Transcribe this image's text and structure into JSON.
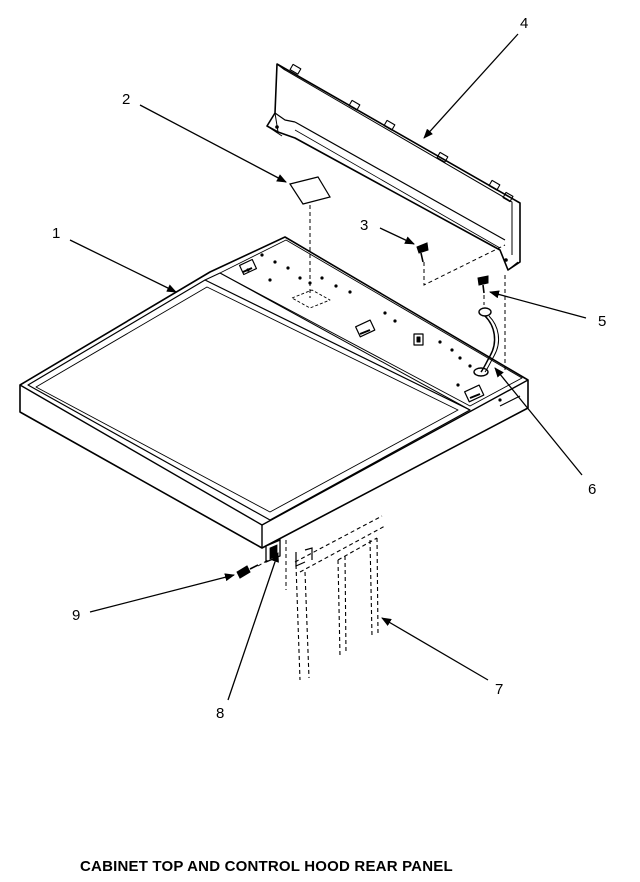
{
  "caption": "CABINET TOP AND CONTROL HOOD REAR PANEL",
  "callouts": [
    {
      "id": "1",
      "label": "1"
    },
    {
      "id": "2",
      "label": "2"
    },
    {
      "id": "3",
      "label": "3"
    },
    {
      "id": "4",
      "label": "4"
    },
    {
      "id": "5",
      "label": "5"
    },
    {
      "id": "6",
      "label": "6"
    },
    {
      "id": "7",
      "label": "7"
    },
    {
      "id": "8",
      "label": "8"
    },
    {
      "id": "9",
      "label": "9"
    }
  ],
  "colors": {
    "line": "#000000",
    "background": "#ffffff"
  }
}
